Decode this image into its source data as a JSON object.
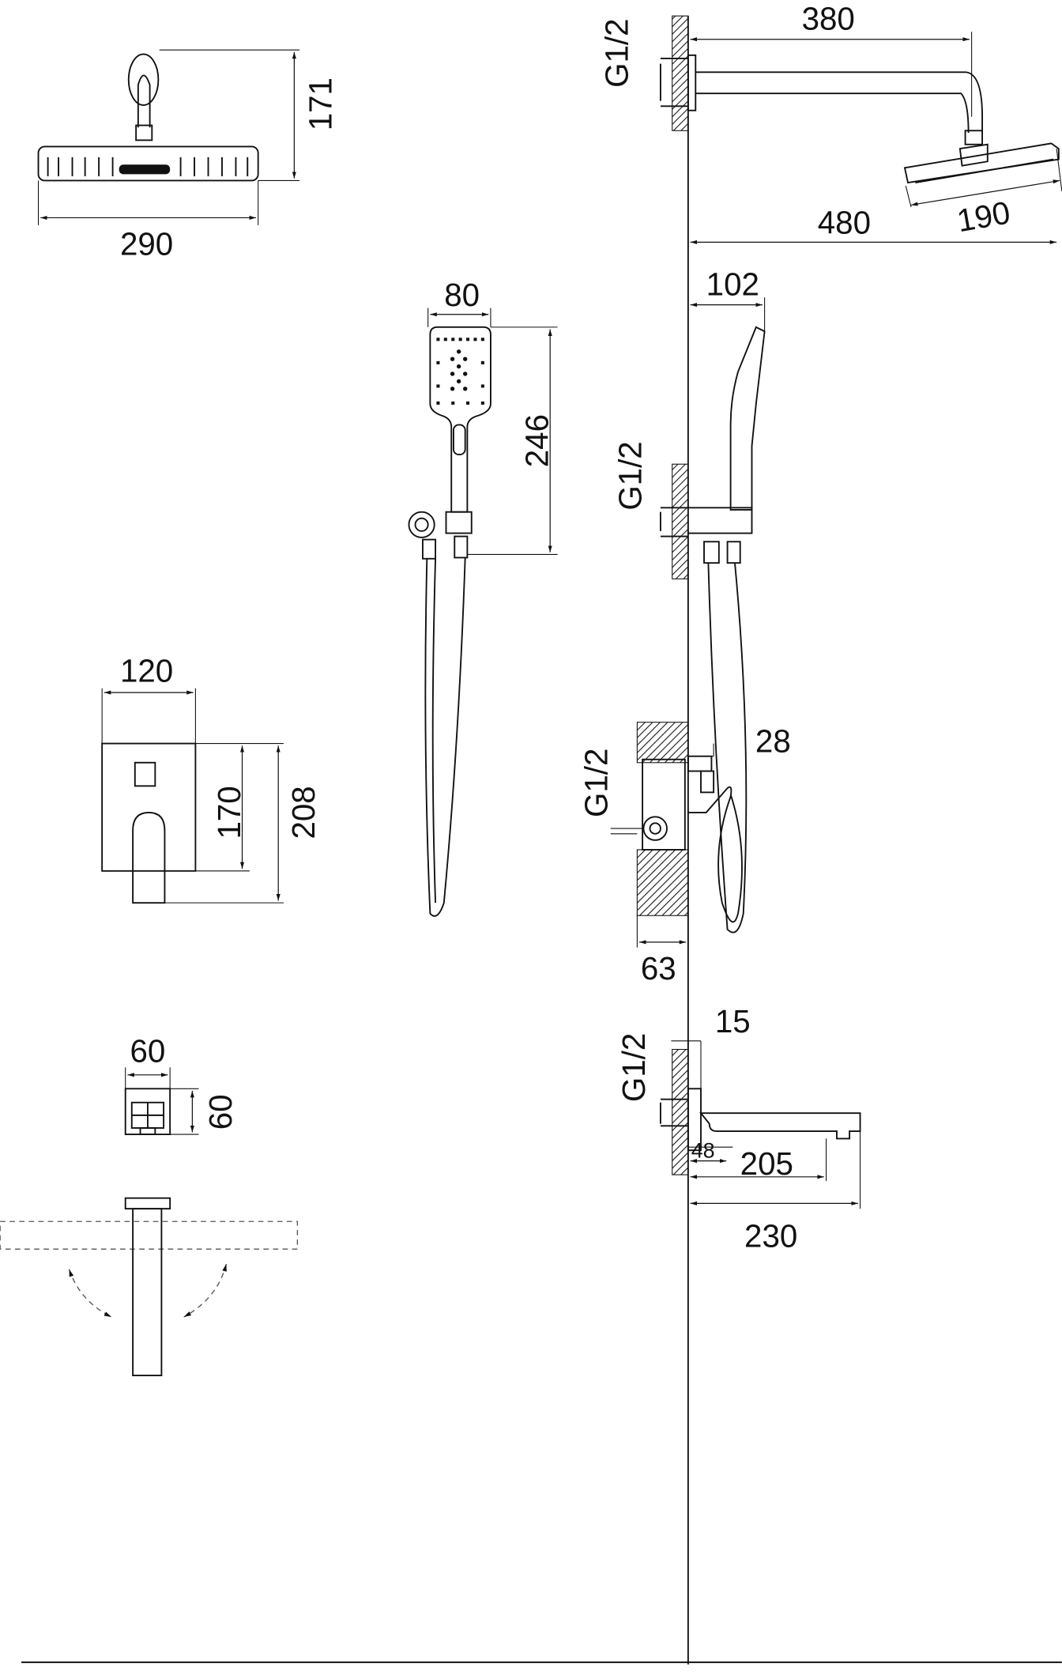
{
  "dims": {
    "overhead_height": "171",
    "overhead_width": "290",
    "arm_reach": "380",
    "total_reach": "480",
    "head_size": "190",
    "hand_width": "80",
    "hand_height": "246",
    "hand_depth": "102",
    "mixer_width": "120",
    "mixer_inner_height": "170",
    "mixer_height": "208",
    "mixer_protrusion": "28",
    "mixer_depth": "63",
    "outlet_width": "60",
    "outlet_height": "60",
    "spout_flange": "15",
    "spout_offset": "48",
    "spout_length": "205",
    "spout_total": "230"
  },
  "thread": [
    "G1/2",
    "G1/2",
    "G1/2",
    "G1/2"
  ]
}
